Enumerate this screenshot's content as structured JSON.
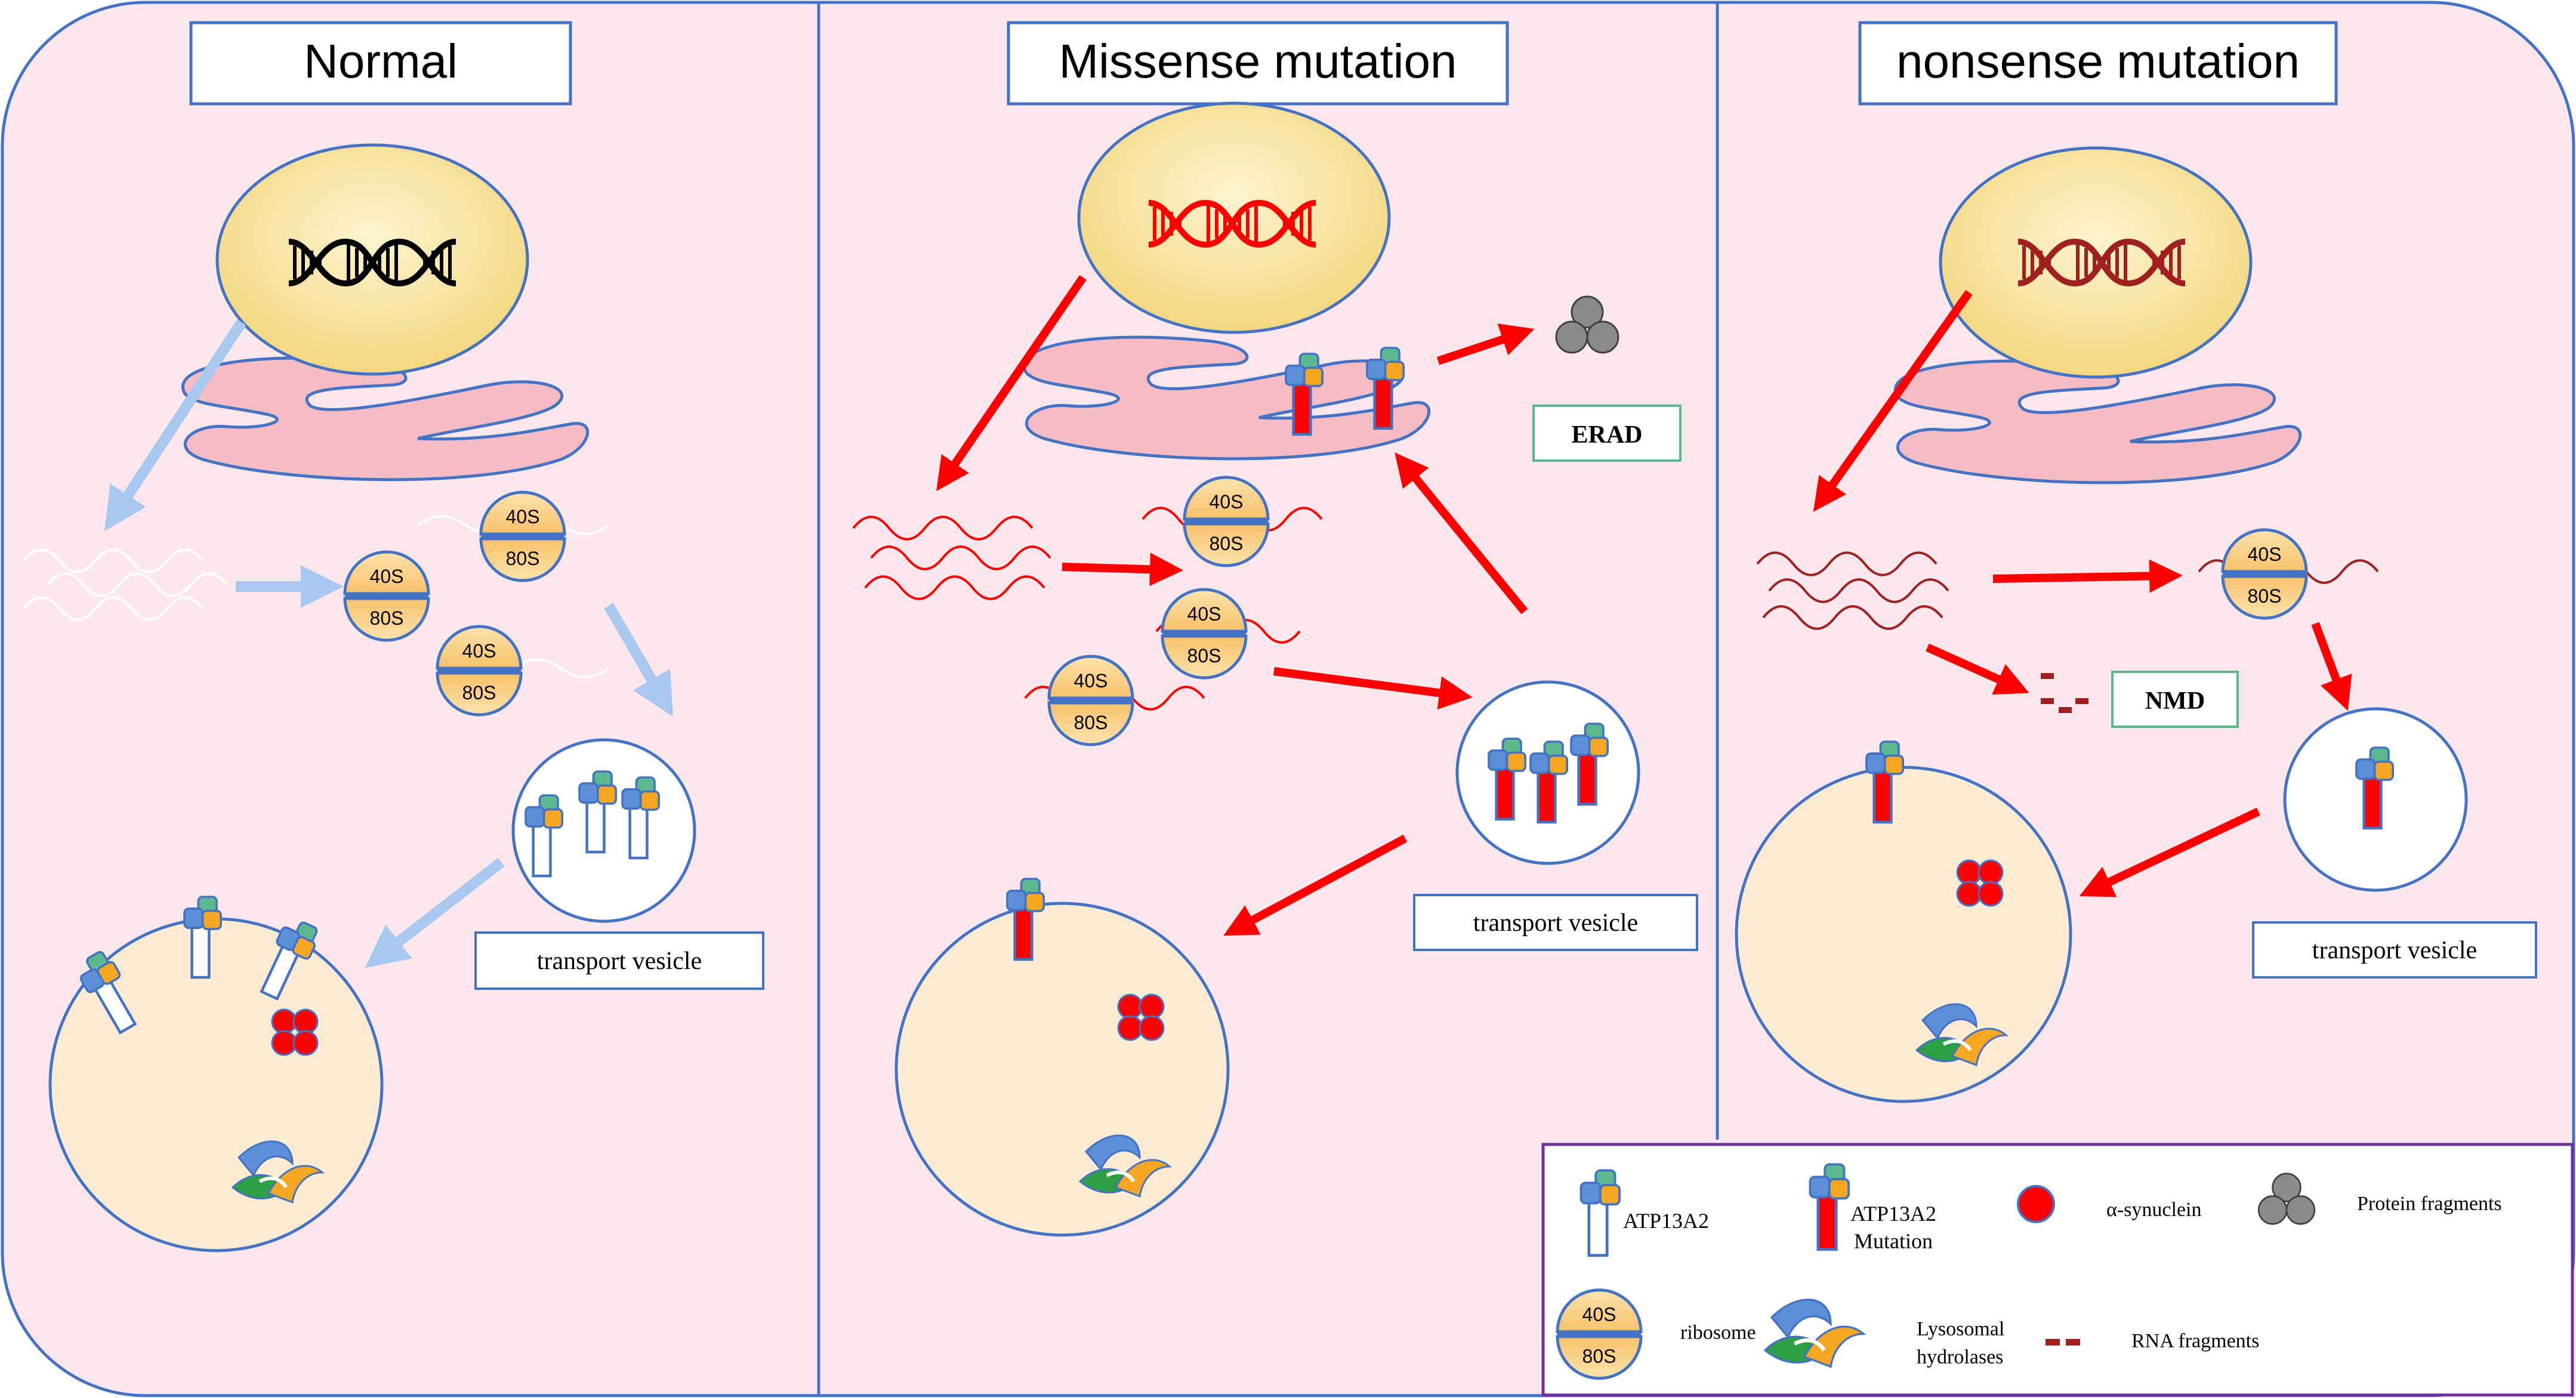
{
  "panels": {
    "normal": {
      "title": "Normal"
    },
    "missense": {
      "title": "Missense mutation"
    },
    "nonsense": {
      "title": "nonsense mutation"
    }
  },
  "labels": {
    "transport_vesicle": "transport vesicle",
    "erad": "ERAD",
    "nmd": "NMD",
    "ribo_small": "40S",
    "ribo_large": "80S"
  },
  "legend": {
    "atp13a2": "ATP13A2",
    "atp13a2_mutation_line1": "ATP13A2",
    "atp13a2_mutation_line2": "Mutation",
    "alpha_synuclein": "α-synuclein",
    "protein_fragments": "Protein fragments",
    "ribosome": "ribosome",
    "lysosomal_line1": "Lysosomal",
    "lysosomal_line2": "hydrolases",
    "rna_fragments": "RNA fragments"
  },
  "colors": {
    "cell_fill": "#fce8ec",
    "outline": "#4472c4",
    "nucleus": "#f7df95",
    "er": "#f5bcc4",
    "lysosome": "#fdebd3",
    "mutant_red": "#ff0000",
    "dna_dark_red": "#a02020",
    "normal_arrow": "#a9c8f0",
    "legend_border": "#7030a0",
    "label_box_green": "#5cb88c"
  }
}
